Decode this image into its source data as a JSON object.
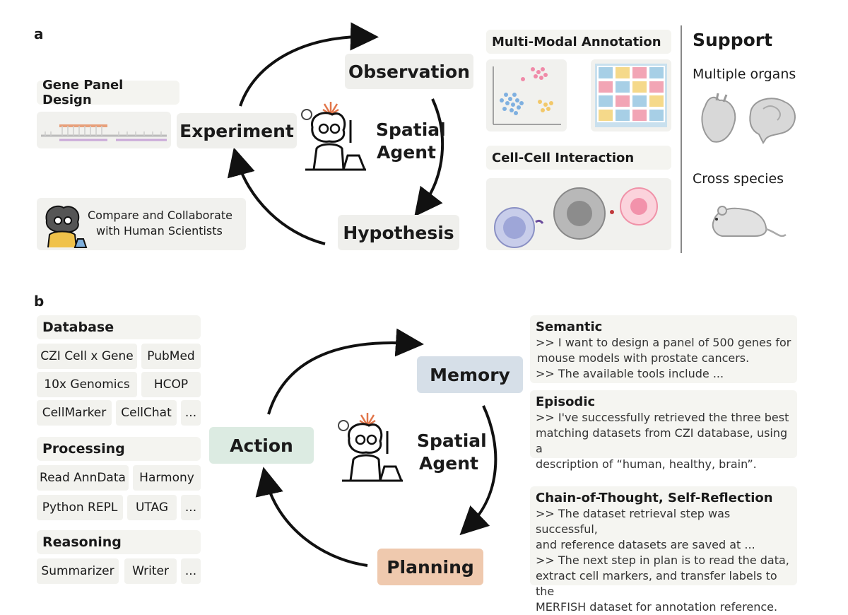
{
  "panel_a": {
    "letter": "a",
    "gene_panel_design": "Gene Panel Design",
    "cycle": {
      "observation": "Observation",
      "experiment": "Experiment",
      "hypothesis": "Hypothesis",
      "agent_line1": "Spatial",
      "agent_line2": "Agent"
    },
    "collaborate_line1": "Compare and Collaborate",
    "collaborate_line2": "with Human Scientists",
    "multimodal_annotation": "Multi-Modal Annotation",
    "cell_cell_interaction": "Cell-Cell Interaction",
    "support": {
      "title": "Support",
      "multiple_organs": "Multiple organs",
      "cross_species": "Cross species"
    }
  },
  "panel_b": {
    "letter": "b",
    "database": {
      "header": "Database",
      "items": [
        "CZI Cell x Gene",
        "PubMed",
        "10x Genomics",
        "HCOP",
        "CellMarker",
        "CellChat",
        "..."
      ]
    },
    "processing": {
      "header": "Processing",
      "items": [
        "Read AnnData",
        "Harmony",
        "Python REPL",
        "UTAG",
        "..."
      ]
    },
    "reasoning": {
      "header": "Reasoning",
      "items": [
        "Summarizer",
        "Writer",
        "..."
      ]
    },
    "cycle": {
      "memory": "Memory",
      "action": "Action",
      "planning": "Planning",
      "agent_line1": "Spatial",
      "agent_line2": "Agent"
    },
    "semantic": {
      "header": "Semantic",
      "lines": [
        ">> I want to design a panel of 500 genes for",
        "mouse models with prostate cancers.",
        ">> The available tools include ..."
      ]
    },
    "episodic": {
      "header": "Episodic",
      "lines": [
        ">> I've successfully retrieved the three best",
        "matching datasets from CZI database, using a",
        "description of “human, healthy, brain”."
      ]
    },
    "cot": {
      "header": "Chain-of-Thought, Self-Reflection",
      "lines": [
        ">> The dataset retrieval step was successful,",
        "and reference datasets are saved at ...",
        ">> The next step in plan is to read the data,",
        "extract cell markers, and transfer labels to the",
        "MERFISH dataset for annotation reference."
      ]
    }
  },
  "colors": {
    "memory_bg": "#d6dfe8",
    "action_bg": "#dcebe2",
    "planning_bg": "#efc9ae",
    "box_bg": "#f1f1ee"
  }
}
